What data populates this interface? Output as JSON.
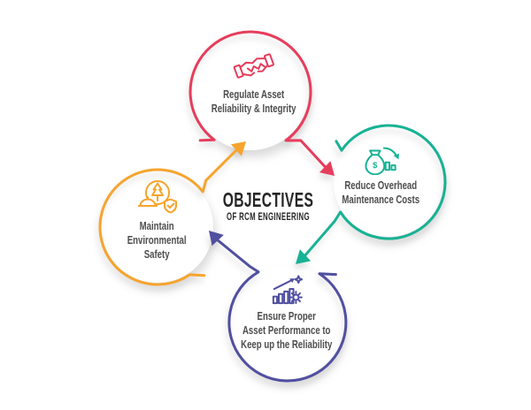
{
  "center": {
    "title": "OBJECTIVES",
    "subtitle": "OF RCM ENGINEERING"
  },
  "nodes": [
    {
      "id": "regulate-asset",
      "icon": "handshake-icon",
      "color": "#e63c5c",
      "lines": [
        "Regulate Asset",
        "Reliability & Integrity"
      ]
    },
    {
      "id": "reduce-costs",
      "icon": "cost-reduction-icon",
      "color": "#17b294",
      "lines": [
        "Reduce Overhead",
        "Maintenance Costs"
      ]
    },
    {
      "id": "ensure-performance",
      "icon": "performance-growth-icon",
      "color": "#514fa0",
      "lines": [
        "Ensure Proper",
        "Asset Performance to",
        "Keep up the Reliability"
      ]
    },
    {
      "id": "maintain-safety",
      "icon": "environmental-safety-icon",
      "color": "#f6a42d",
      "lines": [
        "Maintain",
        "Environmental",
        "Safety"
      ]
    }
  ],
  "flow_order": [
    "maintain-safety",
    "regulate-asset",
    "reduce-costs",
    "ensure-performance"
  ],
  "colors": {
    "red": "#e63c5c",
    "teal": "#17b294",
    "purple": "#514fa0",
    "orange": "#f6a42d",
    "title": "#262626",
    "text": "#4d4d4d",
    "bg": "#ffffff"
  }
}
